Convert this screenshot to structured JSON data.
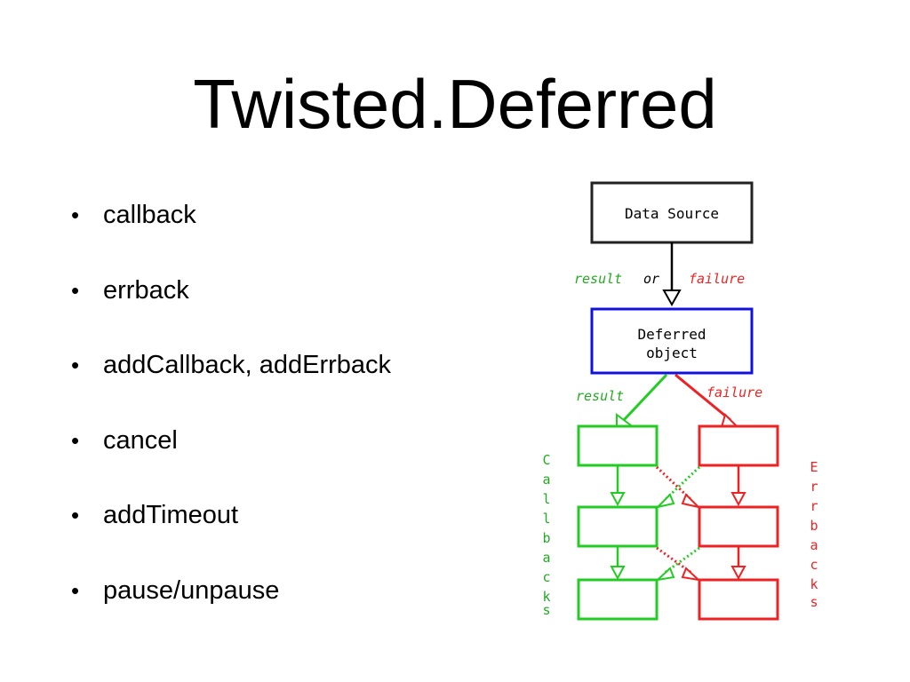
{
  "slide": {
    "title": "Twisted.Deferred",
    "bullets": [
      "callback",
      "errback",
      "addCallback, addErrback",
      "cancel",
      "addTimeout",
      "pause/unpause"
    ]
  },
  "diagram": {
    "source_label": "Data Source",
    "input_labels": {
      "result": "result",
      "or": "or",
      "failure": "failure"
    },
    "deferred_label": [
      "Deferred",
      "object"
    ],
    "branch_labels": {
      "result": "result",
      "failure": "failure"
    },
    "callbacks_label": [
      "C",
      "a",
      "l",
      "l",
      "b",
      "a",
      "c",
      "k",
      "s"
    ],
    "errbacks_label": [
      "E",
      "r",
      "r",
      "b",
      "a",
      "c",
      "k",
      "s"
    ],
    "colors": {
      "success": "#22cc22",
      "failure": "#ee2222",
      "deferred": "#1111dd",
      "source": "#222222"
    }
  }
}
